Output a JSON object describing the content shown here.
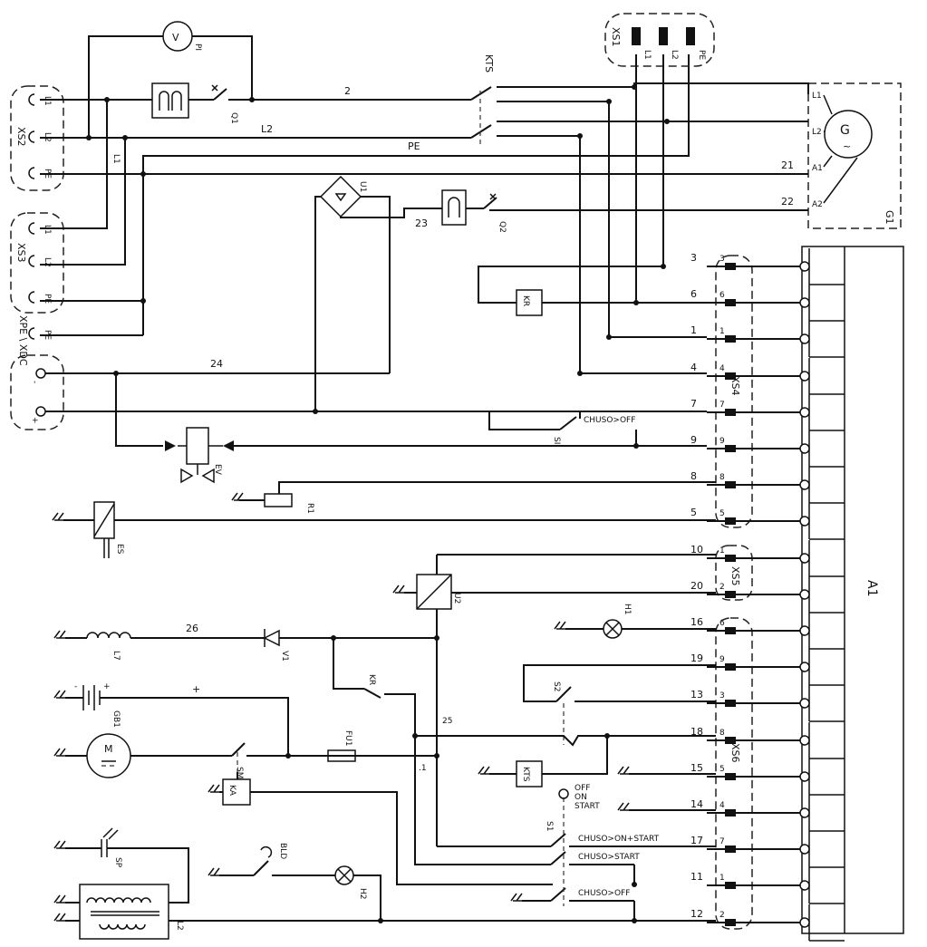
{
  "wire_labels": {
    "w2": "2",
    "L2": "L2",
    "L1": "L1",
    "PE": "PE",
    "w21": "21",
    "w22": "22",
    "w23": "23",
    "w24": "24",
    "w3": "3",
    "w6": "6",
    "w1": "1",
    "w4": "4",
    "w7": "7",
    "w9": "9",
    "w8": "8",
    "w5": "5",
    "w10": "10",
    "w20": "20",
    "w16": "16",
    "w19": "19",
    "w13": "13",
    "w18": "18",
    "w15": "15",
    "w14": "14",
    "w17": "17",
    "w11": "11",
    "w12": "12",
    "w26": "26",
    "w25": "25",
    "plus": "+",
    "dot1": ".1"
  },
  "components": {
    "PI": "PI",
    "V": "V",
    "Q1": "Q1",
    "Q2": "Q2",
    "KTS": "KTS",
    "XS1": "XS1",
    "XS2": "XS2",
    "XS3": "XS3",
    "XS4": "XS4",
    "XS5": "XS5",
    "XS6": "XS6",
    "G1": "G1",
    "G": "G",
    "A1": "A1",
    "U1": "U1",
    "U2": "U2",
    "KR": "KR",
    "KR2": "KR",
    "S1": "S1",
    "S2": "S2",
    "SI": "SI",
    "EV": "EV",
    "R1": "R1",
    "ES": "ES",
    "H1": "H1",
    "H2": "H2",
    "L7": "L7",
    "V1": "V1",
    "GB1": "GB1",
    "M": "M",
    "SM": "SM",
    "FU1": "FU1",
    "KA": "KA",
    "KTS2": "KTS",
    "SP": "SP",
    "BLD": "BLD",
    "L2c": "L2"
  },
  "terminals": {
    "xs1": [
      "L1",
      "L2",
      "PE"
    ],
    "xs2": [
      "L1",
      "L2",
      "PE"
    ],
    "xs3": [
      "L1",
      "L2",
      "PE"
    ],
    "xpe": [
      "PE"
    ],
    "xdc": [
      "-",
      "+"
    ],
    "g1": [
      "L1",
      "L2",
      "A1",
      "A2"
    ],
    "xs4": [
      "3",
      "6",
      "1",
      "4",
      "7",
      "9",
      "8",
      "5"
    ],
    "xs5": [
      "1",
      "2"
    ],
    "xs6": [
      "6",
      "9",
      "3",
      "8",
      "5",
      "4",
      "7",
      "1",
      "2"
    ],
    "gb1": [
      "-",
      "+"
    ]
  },
  "annotations": {
    "xpe_xdc": "XPE \\ XDC",
    "chuso_off": "CHUSO>OFF",
    "chuso_on_start": "CHUSO>ON+START",
    "chuso_start": "CHUSO>START",
    "chuso_off2": "CHUSO>OFF",
    "s1_pos1": "OFF",
    "s1_pos2": "ON",
    "s1_pos3": "START"
  }
}
